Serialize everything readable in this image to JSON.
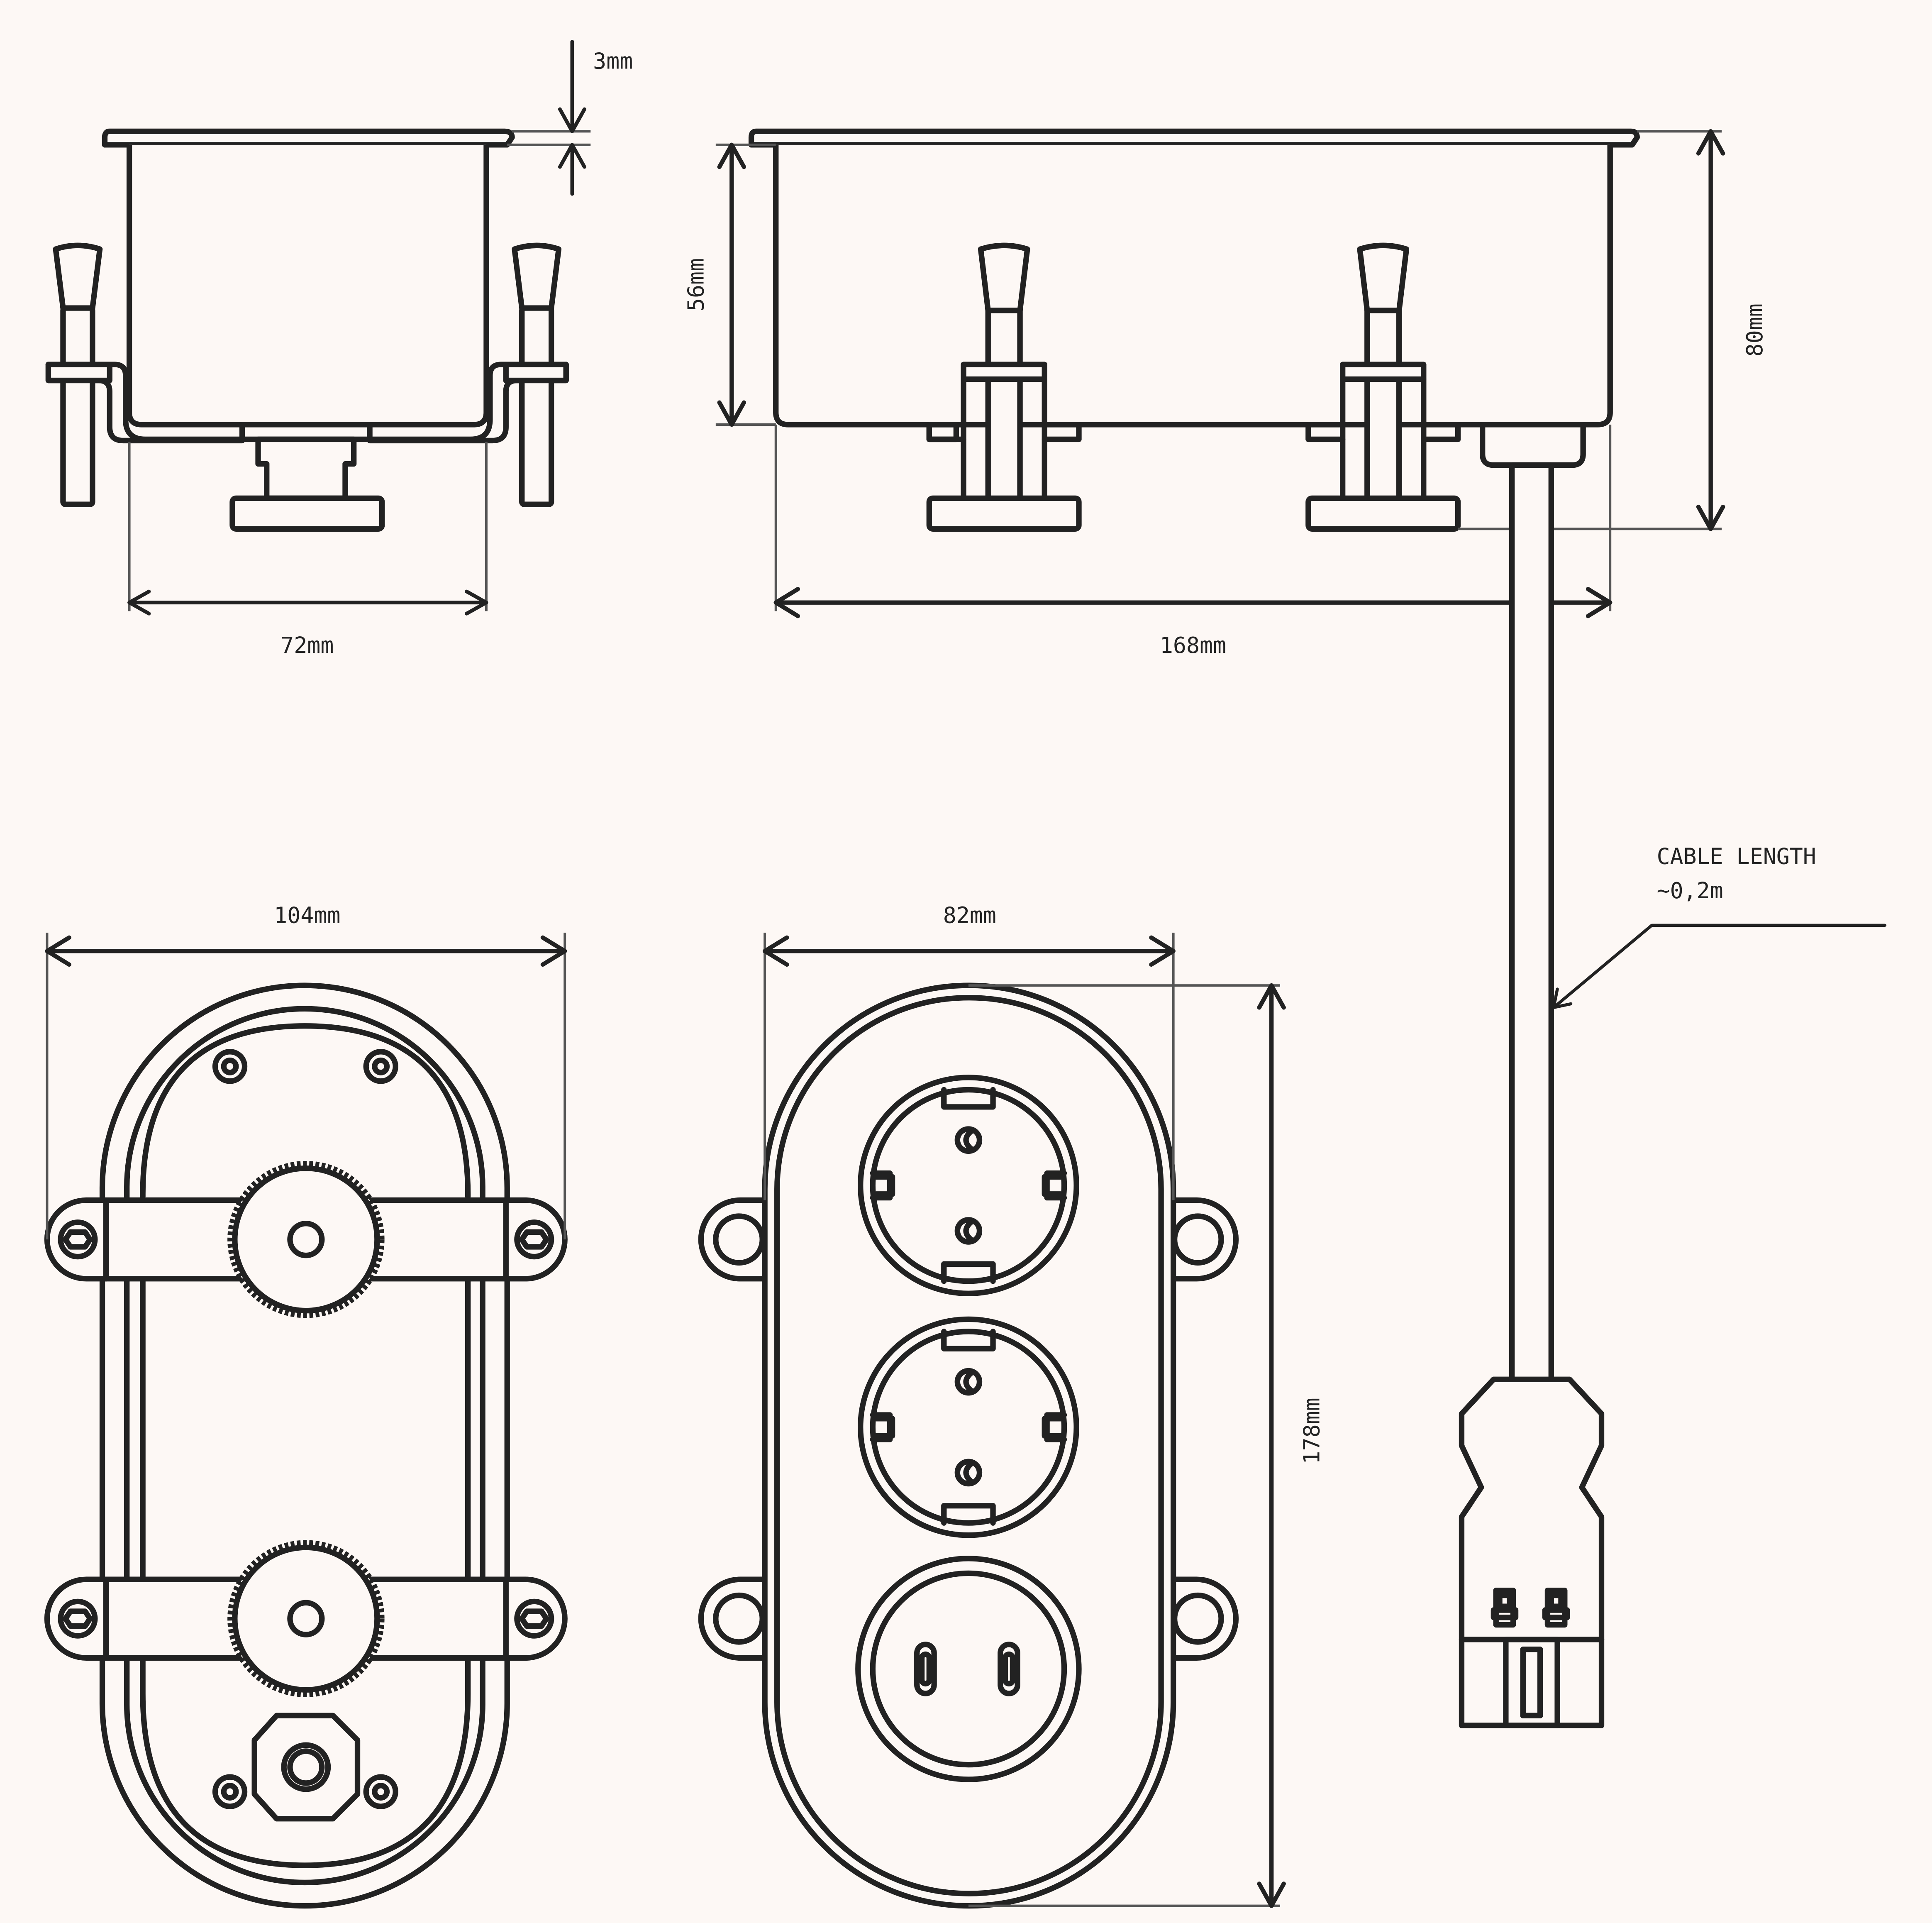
{
  "colors": {
    "background": "#fdf8f5",
    "line": "#222222"
  },
  "dimensions": {
    "top_plate": "3mm",
    "small_width": "72mm",
    "insert_depth": "56mm",
    "total_height": "80mm",
    "length": "168mm",
    "bottom_width": "104mm",
    "front_width": "82mm",
    "front_height": "178mm"
  },
  "cable": {
    "line1": "CABLE LENGTH",
    "line2": "~0,2m"
  },
  "views": [
    {
      "name": "side-view-narrow"
    },
    {
      "name": "side-view-long"
    },
    {
      "name": "bottom-view"
    },
    {
      "name": "front-view"
    },
    {
      "name": "cable-connector"
    }
  ],
  "front_sockets": [
    "schuko-socket",
    "schuko-socket",
    "usb-c-module"
  ]
}
